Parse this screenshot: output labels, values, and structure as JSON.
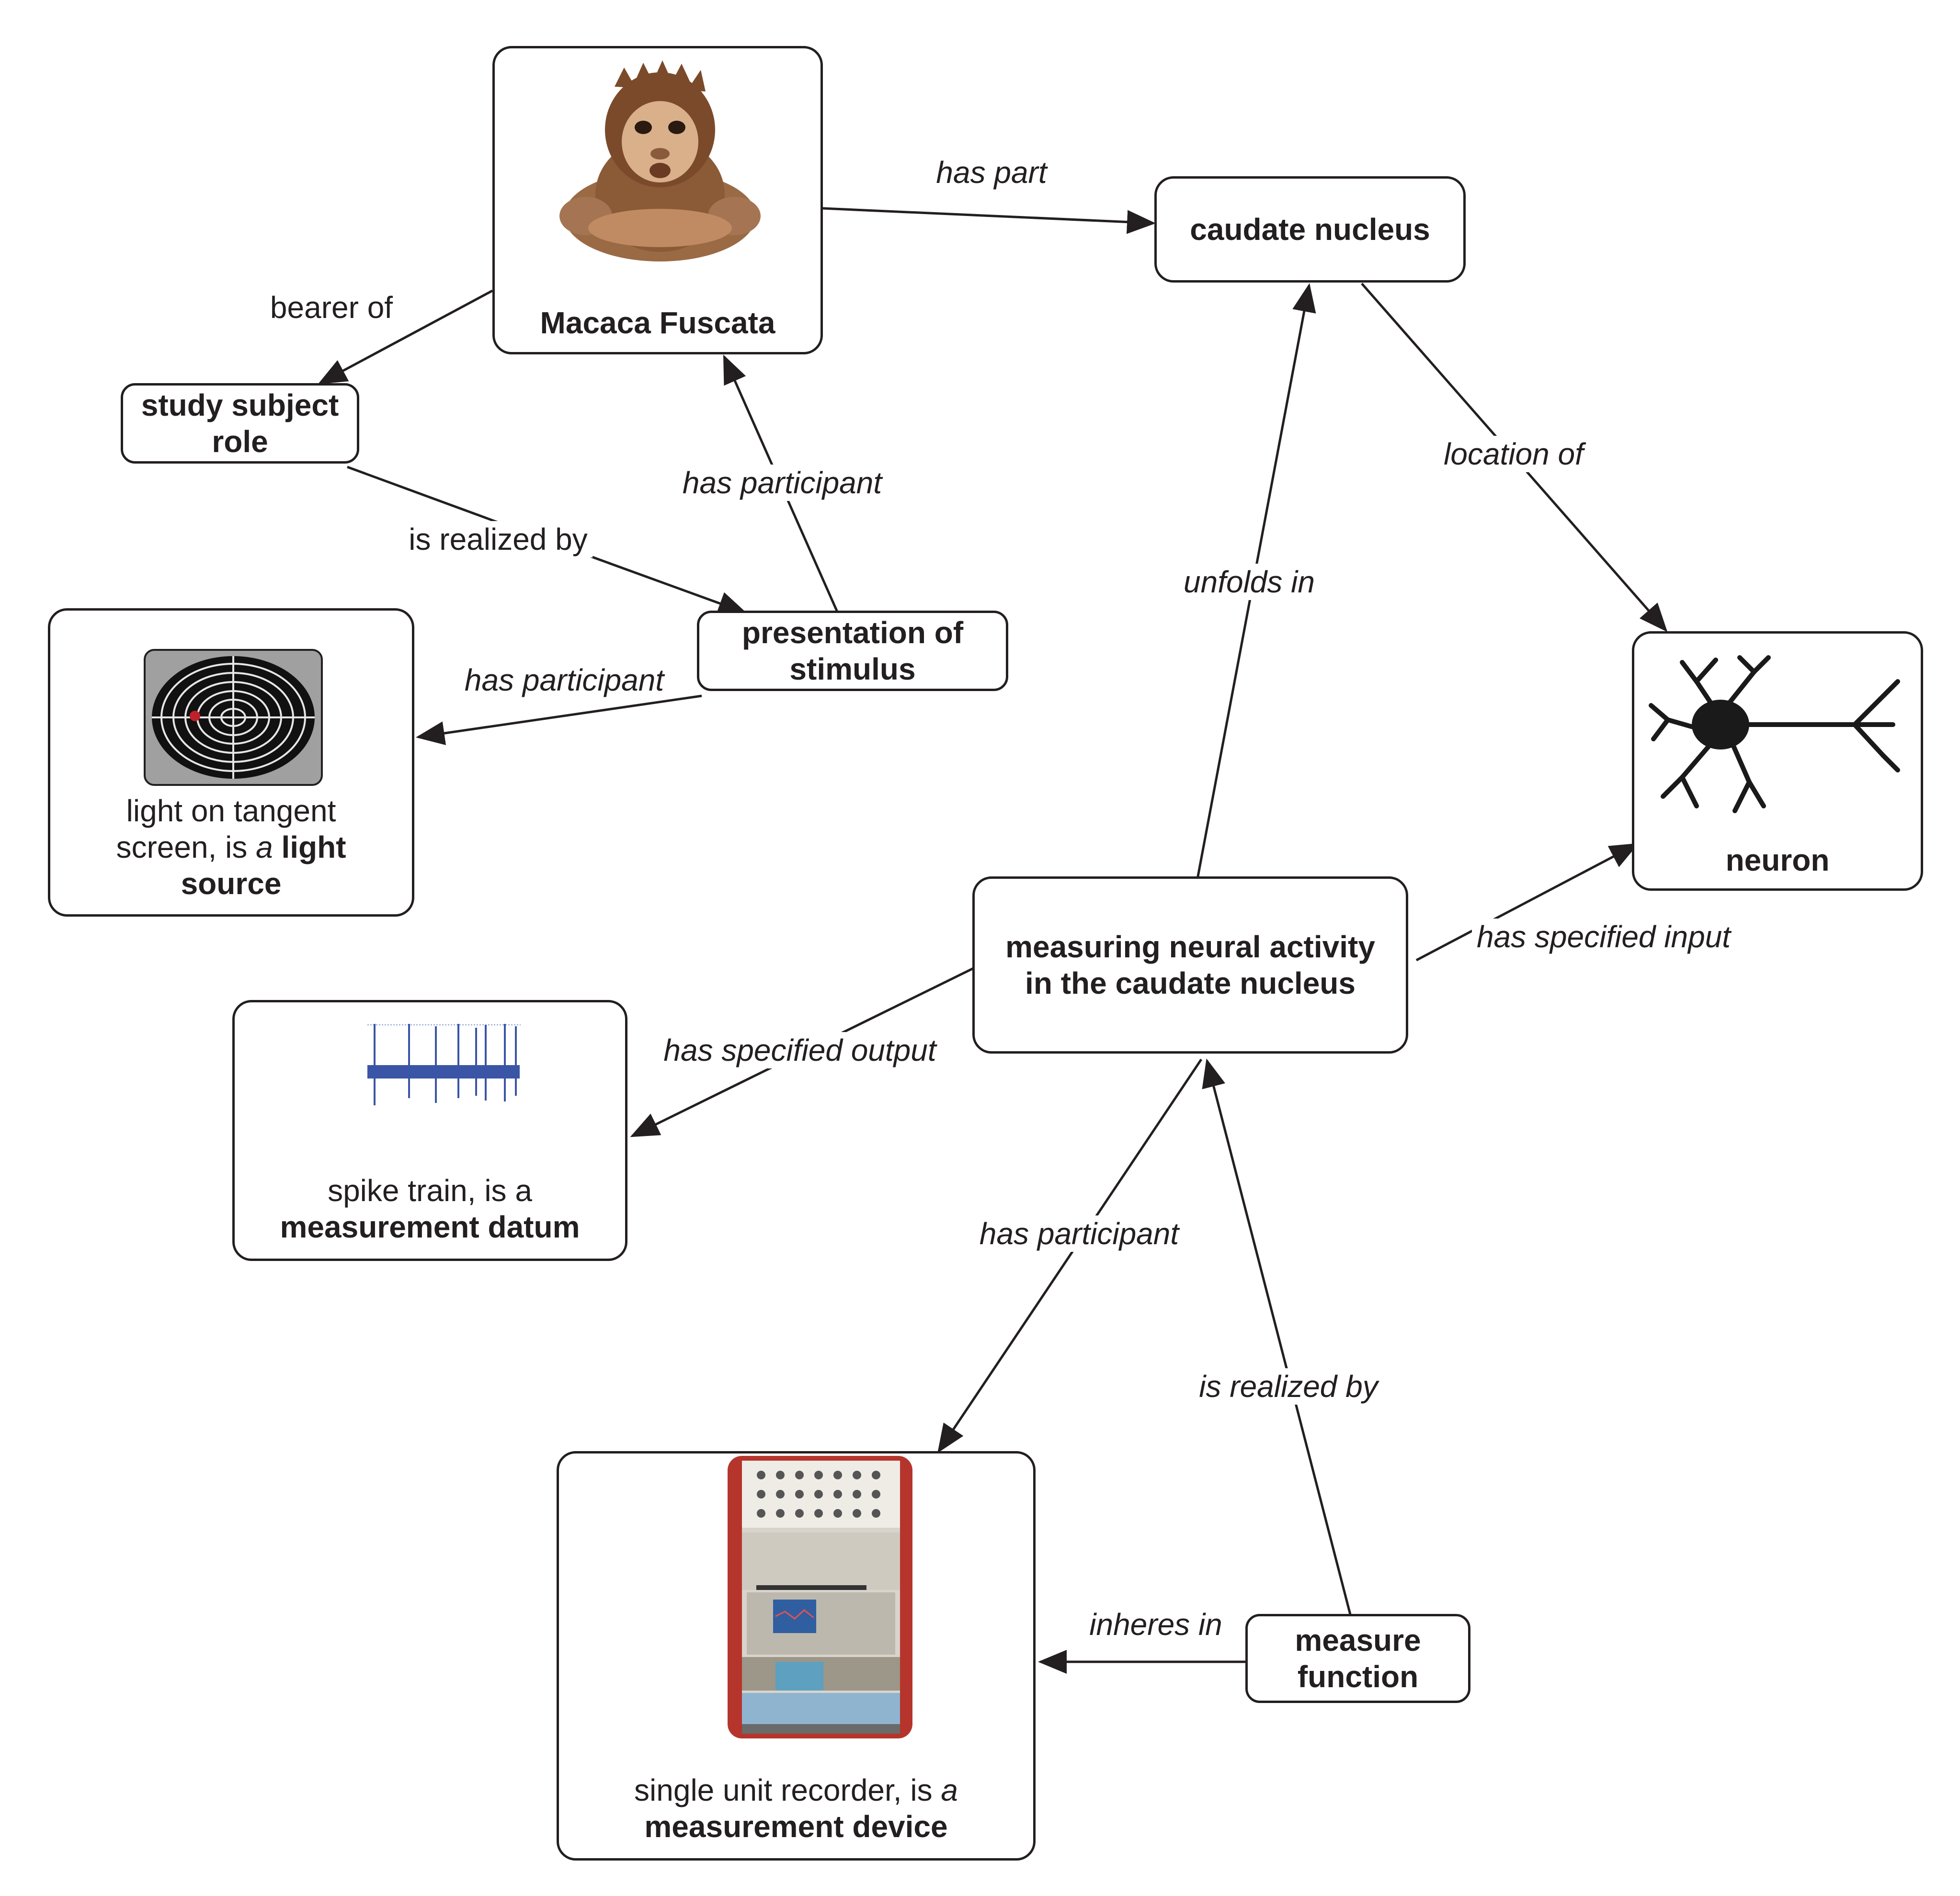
{
  "nodes": {
    "macaca": {
      "label": "Macaca Fuscata"
    },
    "caudate": {
      "label": "caudate nucleus"
    },
    "study_role": {
      "label": "study subject role"
    },
    "presentation": {
      "label": "presentation of stimulus"
    },
    "light": {
      "line1": "light on tangent",
      "line2_pre": "screen, is ",
      "line2_a": "a",
      "line2_b": "light",
      "line3": "source"
    },
    "neuron": {
      "label": "neuron"
    },
    "measuring": {
      "label": "measuring neural activity in the caudate nucleus"
    },
    "spike": {
      "line1": "spike train, is a",
      "line2": "measurement datum"
    },
    "recorder": {
      "line1_pre": "single unit recorder, is ",
      "line1_a": "a",
      "line2": "measurement device"
    },
    "measure_fn": {
      "label": "measure function"
    }
  },
  "edges": {
    "has_part": "has part",
    "bearer_of": "bearer of",
    "location_of": "location of",
    "has_participant_macaca": "has participant",
    "is_realized_by_role": "is realized by",
    "has_participant_light": "has participant",
    "unfolds_in": "unfolds in",
    "has_specified_input": "has specified input",
    "has_specified_output": "has specified output",
    "has_participant_recorder": "has participant",
    "is_realized_by_fn": "is realized by",
    "inheres_in": "inheres in"
  },
  "colors": {
    "ink": "#231f20",
    "spike": "#3a55a6",
    "marker": "#c0202a",
    "recorder": "#b5352c"
  }
}
